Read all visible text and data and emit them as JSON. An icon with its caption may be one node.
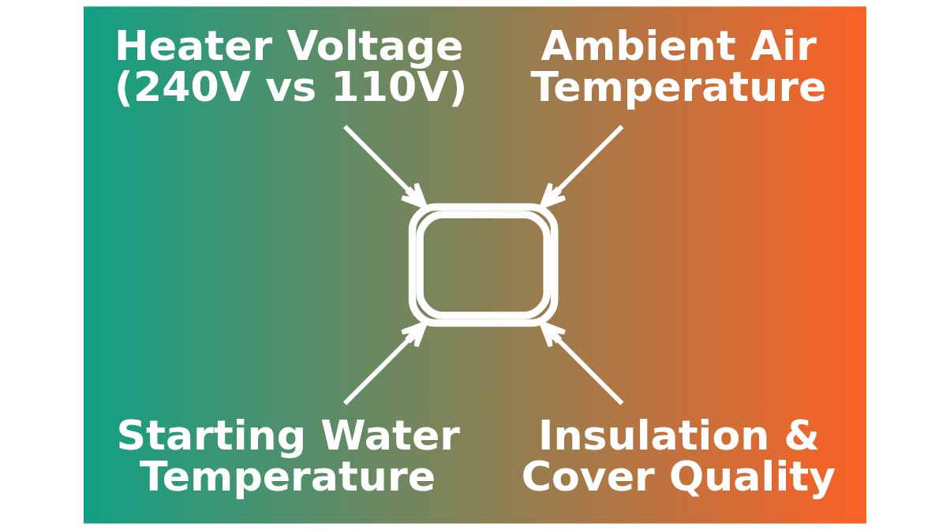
{
  "diagram": {
    "nodes": [
      {
        "text": [
          "Heater Voltage (240V vs 110V)"
        ]
      },
      {
        "text": [
          "Ambient Air Temperature"
        ]
      },
      {
        "text": [],
        "shape": "picture"
      },
      {
        "text": [
          "Starting Water Temperature"
        ]
      },
      {
        "text": [
          "Insulation & Cover Quality"
        ]
      }
    ],
    "edges": [
      {
        "from": 0,
        "to": 2,
        "arrow": "to"
      },
      {
        "from": 1,
        "to": 2,
        "arrow": "to"
      },
      {
        "from": 3,
        "to": 2,
        "arrow": "to"
      },
      {
        "from": 4,
        "to": 2,
        "arrow": "to"
      }
    ]
  }
}
